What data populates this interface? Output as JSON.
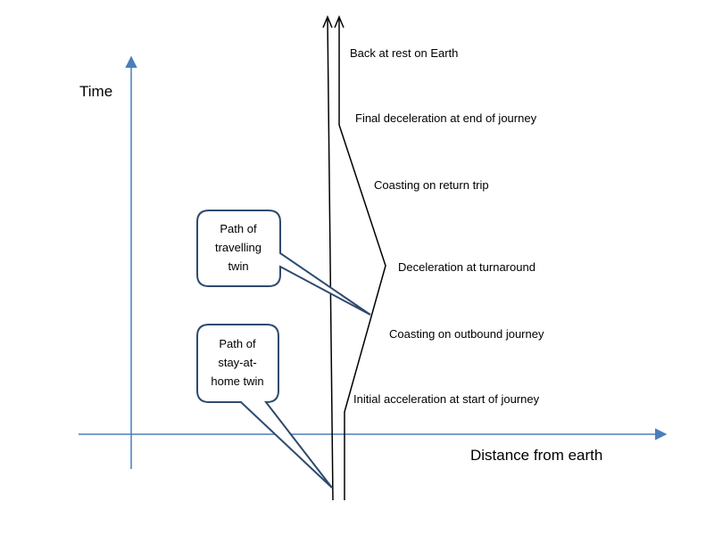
{
  "axes": {
    "y_label": "Time",
    "x_label": "Distance from earth"
  },
  "annotations": {
    "back_at_rest": "Back at rest on Earth",
    "final_deceleration": "Final deceleration at end of journey",
    "coasting_return": "Coasting on return trip",
    "deceleration_turnaround": "Deceleration at turnaround",
    "coasting_outbound": "Coasting on outbound journey",
    "initial_acceleration": "Initial acceleration at start of journey"
  },
  "callouts": {
    "travelling": [
      "Path of",
      "travelling",
      "twin"
    ],
    "stay_at_home": [
      "Path of",
      "stay-at-",
      "home twin"
    ]
  },
  "colors": {
    "axis": "#4a7ebb",
    "callout_border": "#2e4a6e",
    "path": "#000000"
  }
}
